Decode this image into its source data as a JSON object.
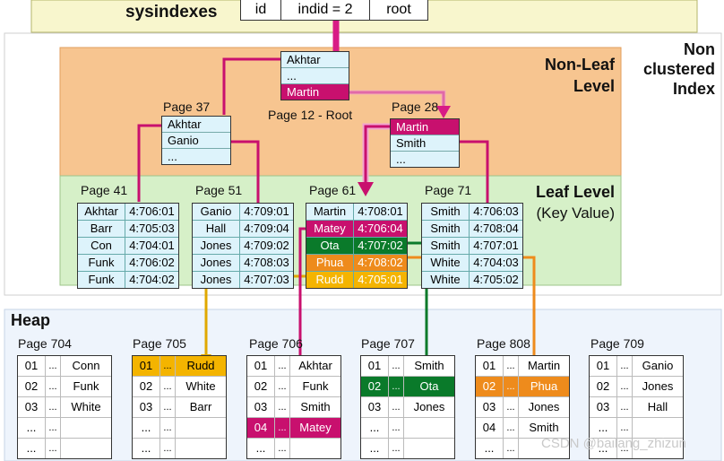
{
  "sysindexes": {
    "title": "sysindexes",
    "cells": [
      "id",
      "indid = 2",
      "root"
    ]
  },
  "labels": {
    "nonclustered": [
      "Non",
      "clustered",
      "Index"
    ],
    "nonleaf": [
      "Non-Leaf",
      "Level"
    ],
    "leaf": [
      "Leaf Level",
      "(Key Value)"
    ],
    "heap": "Heap",
    "root_caption": "Page 12 - Root",
    "watermark": "CSDN @bailang_zhizun"
  },
  "colors": {
    "magenta": "#c8106e",
    "green": "#0a7a2a",
    "orange": "#ee8b1c",
    "yellow": "#f4b400",
    "nonleaf_bg": "#f7c590",
    "leaf_bg": "#d6f0c8",
    "heap_bg": "#eef4fc",
    "sys_bg": "#f8f6cd"
  },
  "root": {
    "rows": [
      "Akhtar",
      "...",
      "Martin"
    ]
  },
  "nonleaf_pages": [
    {
      "title": "Page 37",
      "rows": [
        "Akhtar",
        "Ganio",
        "..."
      ]
    },
    {
      "title": "Page 28",
      "rows": [
        "Martin",
        "Smith",
        "..."
      ]
    }
  ],
  "leaf_pages": [
    {
      "title": "Page 41",
      "rows": [
        [
          "Akhtar",
          "4:706:01"
        ],
        [
          "Barr",
          "4:705:03"
        ],
        [
          "Con",
          "4:704:01"
        ],
        [
          "Funk",
          "4:706:02"
        ],
        [
          "Funk",
          "4:704:02"
        ]
      ]
    },
    {
      "title": "Page 51",
      "rows": [
        [
          "Ganio",
          "4:709:01"
        ],
        [
          "Hall",
          "4:709:04"
        ],
        [
          "Jones",
          "4:709:02"
        ],
        [
          "Jones",
          "4:708:03"
        ],
        [
          "Jones",
          "4:707:03"
        ]
      ]
    },
    {
      "title": "Page 61",
      "rows": [
        [
          "Martin",
          "4:708:01"
        ],
        [
          "Matey",
          "4:706:04"
        ],
        [
          "Ota",
          "4:707:02"
        ],
        [
          "Phua",
          "4:708:02"
        ],
        [
          "Rudd",
          "4:705:01"
        ]
      ]
    },
    {
      "title": "Page 71",
      "rows": [
        [
          "Smith",
          "4:706:03"
        ],
        [
          "Smith",
          "4:708:04"
        ],
        [
          "Smith",
          "4:707:01"
        ],
        [
          "White",
          "4:704:03"
        ],
        [
          "White",
          "4:705:02"
        ]
      ]
    }
  ],
  "heap_pages": [
    {
      "title": "Page 704",
      "rows": [
        [
          "01",
          "...",
          "Conn"
        ],
        [
          "02",
          "...",
          "Funk"
        ],
        [
          "03",
          "...",
          "White"
        ],
        [
          "...",
          "...",
          ""
        ],
        [
          "...",
          "...",
          ""
        ]
      ]
    },
    {
      "title": "Page 705",
      "rows": [
        [
          "01",
          "...",
          "Rudd"
        ],
        [
          "02",
          "...",
          "White"
        ],
        [
          "03",
          "...",
          "Barr"
        ],
        [
          "...",
          "...",
          ""
        ],
        [
          "...",
          "...",
          ""
        ]
      ]
    },
    {
      "title": "Page 706",
      "rows": [
        [
          "01",
          "...",
          "Akhtar"
        ],
        [
          "02",
          "...",
          "Funk"
        ],
        [
          "03",
          "...",
          "Smith"
        ],
        [
          "04",
          "...",
          "Matey"
        ],
        [
          "...",
          "...",
          ""
        ]
      ]
    },
    {
      "title": "Page 707",
      "rows": [
        [
          "01",
          "...",
          "Smith"
        ],
        [
          "02",
          "...",
          "Ota"
        ],
        [
          "03",
          "...",
          "Jones"
        ],
        [
          "...",
          "...",
          ""
        ],
        [
          "...",
          "...",
          ""
        ]
      ]
    },
    {
      "title": "Page 808",
      "rows": [
        [
          "01",
          "...",
          "Martin"
        ],
        [
          "02",
          "...",
          "Phua"
        ],
        [
          "03",
          "...",
          "Jones"
        ],
        [
          "04",
          "...",
          "Smith"
        ],
        [
          "...",
          "...",
          ""
        ]
      ]
    },
    {
      "title": "Page 709",
      "rows": [
        [
          "01",
          "...",
          "Ganio"
        ],
        [
          "02",
          "...",
          "Jones"
        ],
        [
          "03",
          "...",
          "Hall"
        ],
        [
          "...",
          "...",
          ""
        ],
        [
          "...",
          "...",
          ""
        ]
      ]
    }
  ]
}
